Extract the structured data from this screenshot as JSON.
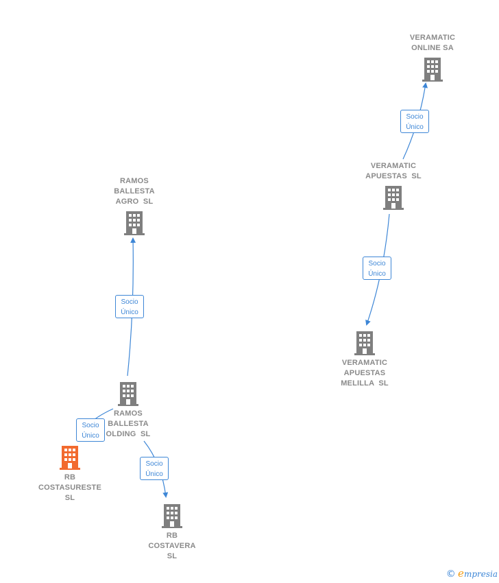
{
  "colors": {
    "edge": "#3d86d6",
    "building": "#7f7f7f",
    "building_focus": "#f26a2e",
    "label": "#8a8a8a"
  },
  "nodes": [
    {
      "id": "veramatic-online",
      "lines": [
        "VERAMATIC",
        "ONLINE SA"
      ],
      "icon": "building-icon"
    },
    {
      "id": "veramatic-apuestas",
      "lines": [
        "VERAMATIC",
        "APUESTAS  SL"
      ],
      "icon": "building-icon"
    },
    {
      "id": "veramatic-melilla",
      "lines": [
        "VERAMATIC",
        "APUESTAS",
        "MELILLA  SL"
      ],
      "icon": "building-icon"
    },
    {
      "id": "ramos-agro",
      "lines": [
        "RAMOS",
        "BALLESTA",
        "AGRO  SL"
      ],
      "icon": "building-icon"
    },
    {
      "id": "ramos-holding",
      "lines": [
        "RAMOS",
        "BALLESTA",
        "OLDING  SL"
      ],
      "icon": "building-icon"
    },
    {
      "id": "rb-costasureste",
      "lines": [
        "RB",
        "COSTASURESTE",
        "SL"
      ],
      "icon": "building-icon",
      "focus": true
    },
    {
      "id": "rb-costavera",
      "lines": [
        "RB",
        "COSTAVERA",
        "SL"
      ],
      "icon": "building-icon"
    }
  ],
  "edges": [
    {
      "id": "e1",
      "from": "veramatic-apuestas",
      "to": "veramatic-online",
      "label": [
        "Socio",
        "Único"
      ]
    },
    {
      "id": "e2",
      "from": "veramatic-apuestas",
      "to": "veramatic-melilla",
      "label": [
        "Socio",
        "Único"
      ]
    },
    {
      "id": "e3",
      "from": "ramos-holding",
      "to": "ramos-agro",
      "label": [
        "Socio",
        "Único"
      ]
    },
    {
      "id": "e4",
      "from": "ramos-holding",
      "to": "rb-costasureste",
      "label": [
        "Socio",
        "Único"
      ]
    },
    {
      "id": "e5",
      "from": "ramos-holding",
      "to": "rb-costavera",
      "label": [
        "Socio",
        "Único"
      ]
    }
  ],
  "brand": {
    "copyright": "©",
    "e": "e",
    "rest": "mpresia"
  }
}
